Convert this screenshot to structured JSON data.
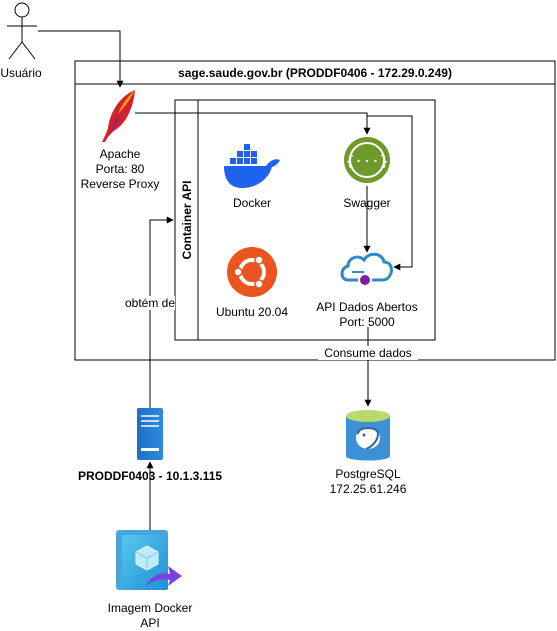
{
  "actors": {
    "user_label": "Usuário"
  },
  "server": {
    "title": "sage.saude.gov.br (PRODDF0406 - 172.29.0.249)"
  },
  "apache": {
    "line1": "Apache",
    "line2": "Porta: 80",
    "line3": "Reverse Proxy"
  },
  "container": {
    "title": "Container API"
  },
  "components": {
    "docker": "Docker",
    "swagger": "Swagger",
    "ubuntu": "Ubuntu 20.04",
    "api_line1": "API Dados Abertos",
    "api_line2": "Port: 5000"
  },
  "edges": {
    "obtem": "obtém de",
    "consume": "Consume dados"
  },
  "database": {
    "line1": "PostgreSQL",
    "line2": "172.25.61.246"
  },
  "build_server": {
    "label": "PRODDF0403 - 10.1.3.115"
  },
  "image": {
    "line1": "Imagem Docker",
    "line2": "API"
  },
  "colors": {
    "docker_blue": "#1d63ed",
    "swagger_green": "#6d9a2a",
    "ubuntu_orange": "#e95420",
    "cloud_blue": "#2f89c6",
    "server_blue": "#1e73c8",
    "postgres_blue": "#336791",
    "apache_red": "#d22128"
  }
}
